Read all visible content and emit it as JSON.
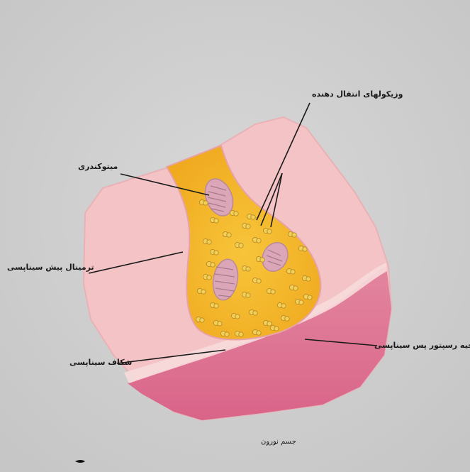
{
  "labels": {
    "vesicles": "وزیکولهای انتقال دهنده",
    "mitochondria": "میتوکندری",
    "presynaptic_terminal": "ترمینال پیش سیناپسی",
    "receptor_region": "ناحیه رسپتور پس سیناپسی",
    "synaptic_cleft": "شکاف سیناپسی",
    "neuron_body": "جسم نورون"
  },
  "colors": {
    "background": "#cfcfcf",
    "cell_pink": "#f3c3c6",
    "postsynaptic_band": "#e07a9a",
    "terminal_yellow": "#f5b62a",
    "vesicle": "#f0d060",
    "mitochondria": "#d9a3b6"
  }
}
